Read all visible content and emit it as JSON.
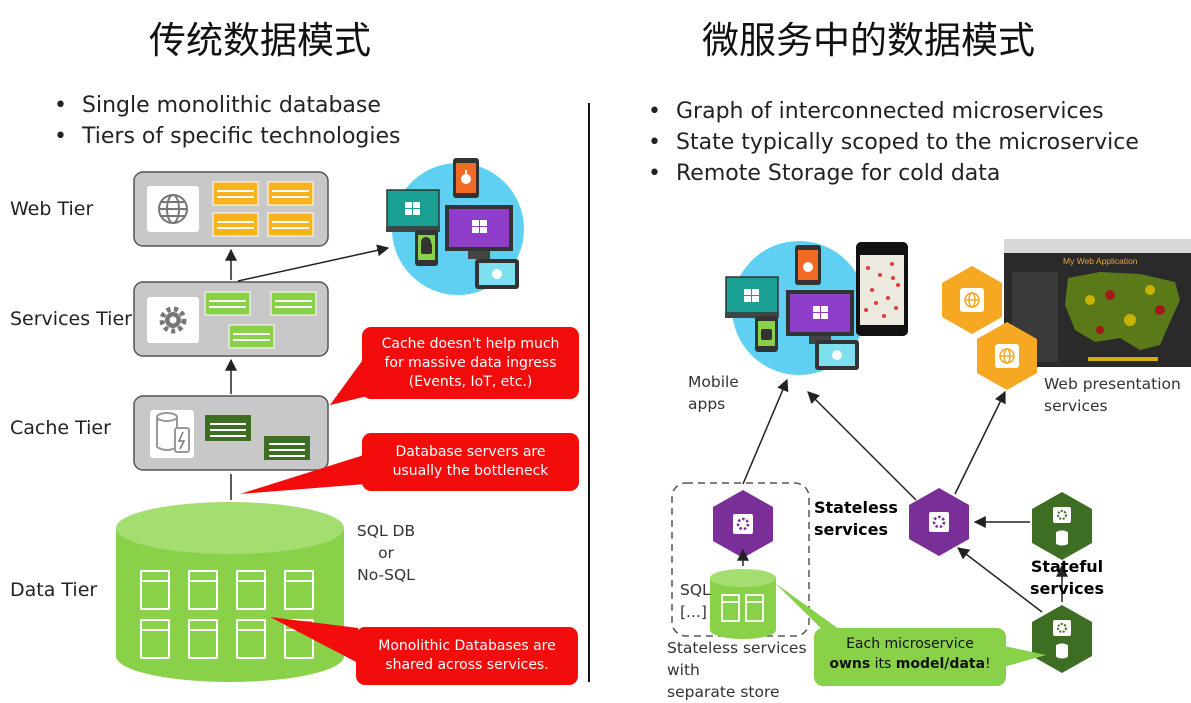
{
  "left": {
    "title": "传统数据模式",
    "bullets": [
      "Single monolithic database",
      "Tiers of specific technologies"
    ],
    "tiers": {
      "web": "Web Tier",
      "services": "Services Tier",
      "cache": "Cache Tier",
      "data": "Data Tier"
    },
    "db_label": {
      "line1": "SQL DB",
      "line2": "or",
      "line3": "No-SQL"
    },
    "callouts": {
      "cache": "Cache doesn't help much for massive data ingress (Events, IoT, etc.)",
      "bottleneck": "Database servers are usually the bottleneck",
      "monolithic": "Monolithic Databases are shared across services."
    }
  },
  "right": {
    "title": "微服务中的数据模式",
    "bullets": [
      "Graph of interconnected microservices",
      "State typically scoped to the microservice",
      "Remote Storage for cold data"
    ],
    "mobile_label": {
      "line1": "Mobile",
      "line2": "apps"
    },
    "web_label": {
      "line1": "Web presentation",
      "line2": "services"
    },
    "web_app_title": "My Web Application",
    "stateless_label": {
      "line1": "Stateless",
      "line2": "services"
    },
    "stateful_label": {
      "line1": "Stateful",
      "line2": "services"
    },
    "sql_label": {
      "line1": "SQL",
      "line2": "[...]"
    },
    "separate_label": {
      "line1": "Stateless services",
      "line2": "with",
      "line3": "separate store"
    },
    "ownership": {
      "line1": "Each microservice",
      "owns": "owns",
      "its": " its ",
      "model": "model/data",
      "end": "!"
    }
  },
  "colors": {
    "red": "#f20c0c",
    "green": "#8ad14a",
    "dark_green": "#3d6e24",
    "purple": "#7a2e97",
    "orange": "#f7a823",
    "sky": "#5fd0f2",
    "tier_gray": "#c8c8c8"
  },
  "icons": [
    "globe-icon",
    "gear-icon",
    "cache-icon",
    "apple-icon",
    "windows-icon",
    "android-icon",
    "database-icon"
  ]
}
